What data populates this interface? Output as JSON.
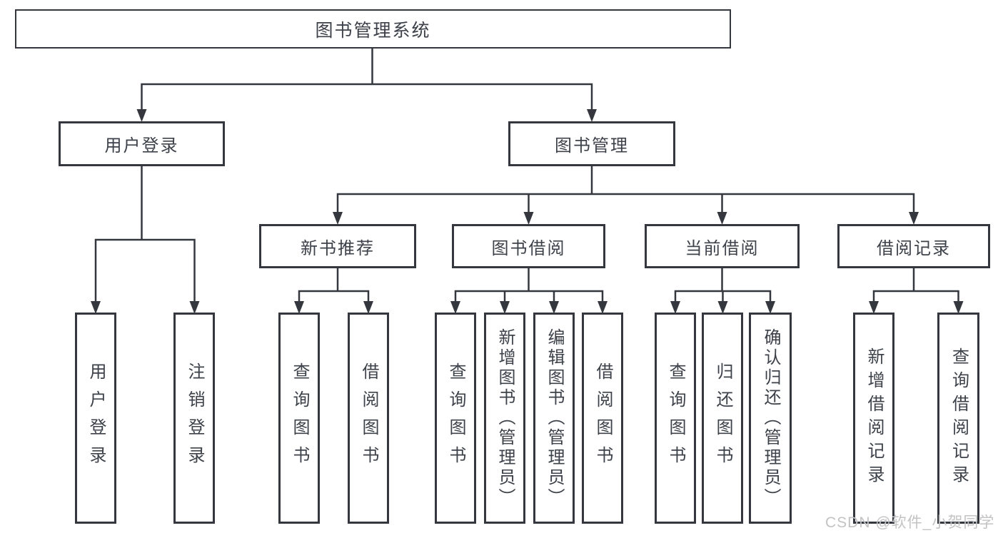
{
  "diagram": {
    "root_label": "图书管理系统",
    "branches": [
      {
        "label": "用户登录",
        "children": [
          {
            "label": "用户登录"
          },
          {
            "label": "注销登录"
          }
        ]
      },
      {
        "label": "图书管理",
        "children": [
          {
            "label": "新书推荐",
            "children": [
              {
                "label": "查询图书"
              },
              {
                "label": "借阅图书"
              }
            ]
          },
          {
            "label": "图书借阅",
            "children": [
              {
                "label": "查询图书"
              },
              {
                "label": "新增图书（管理员）"
              },
              {
                "label": "编辑图书（管理员）"
              },
              {
                "label": "借阅图书"
              }
            ]
          },
          {
            "label": "当前借阅",
            "children": [
              {
                "label": "查询图书"
              },
              {
                "label": "归还图书"
              },
              {
                "label": "确认归还（管理员）"
              }
            ]
          },
          {
            "label": "借阅记录",
            "children": [
              {
                "label": "新增借阅记录"
              },
              {
                "label": "查询借阅记录"
              }
            ]
          }
        ]
      }
    ]
  },
  "watermark": {
    "text": "CSDN @软件_小贺同学"
  },
  "colors": {
    "line": "#34383e",
    "text": "#3d424a",
    "watermark": "#c3c3c5",
    "background": "#ffffff"
  }
}
